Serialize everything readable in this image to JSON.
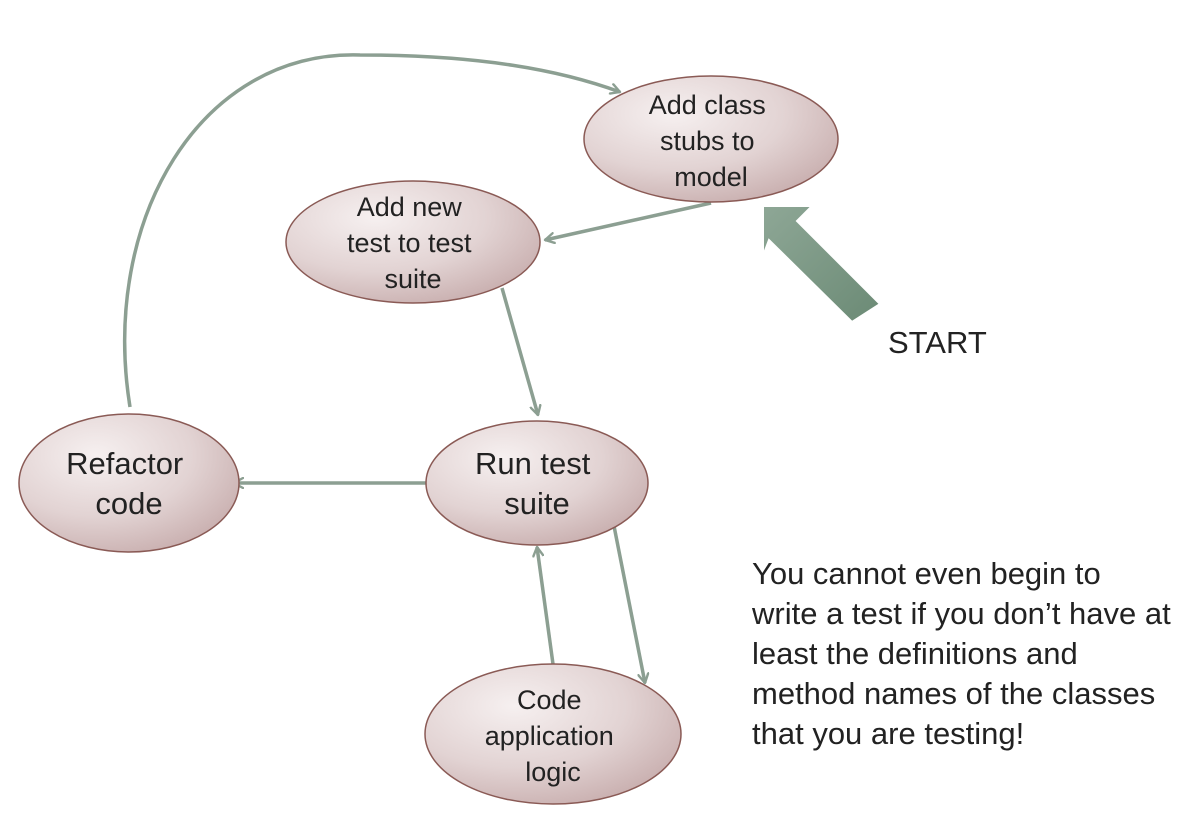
{
  "nodes": [
    {
      "id": "add-class-stubs",
      "lines": [
        "Add class",
        "stubs to",
        "model"
      ]
    },
    {
      "id": "add-new-test",
      "lines": [
        "Add new",
        "test to test",
        "suite"
      ]
    },
    {
      "id": "run-test-suite",
      "lines": [
        "Run test",
        "suite"
      ]
    },
    {
      "id": "refactor-code",
      "lines": [
        "Refactor",
        "code"
      ]
    },
    {
      "id": "code-application-logic",
      "lines": [
        "Code",
        "application",
        "logic"
      ]
    }
  ],
  "edges": [
    {
      "from": "add-class-stubs",
      "to": "add-new-test"
    },
    {
      "from": "add-new-test",
      "to": "run-test-suite"
    },
    {
      "from": "run-test-suite",
      "to": "refactor-code"
    },
    {
      "from": "refactor-code",
      "to": "add-class-stubs"
    },
    {
      "from": "run-test-suite",
      "to": "code-application-logic"
    },
    {
      "from": "code-application-logic",
      "to": "run-test-suite"
    }
  ],
  "start_label": "START",
  "note": "You cannot even begin to write a test if you don’t have at least the definitions and method names of the classes that you are testing!",
  "colors": {
    "node_fill_light": "#f3ecec",
    "node_fill_dark": "#c7aeae",
    "node_stroke": "#8a5a55",
    "edge": "#8c9f92",
    "start_arrow": "#7e9a88",
    "text": "#222222"
  }
}
